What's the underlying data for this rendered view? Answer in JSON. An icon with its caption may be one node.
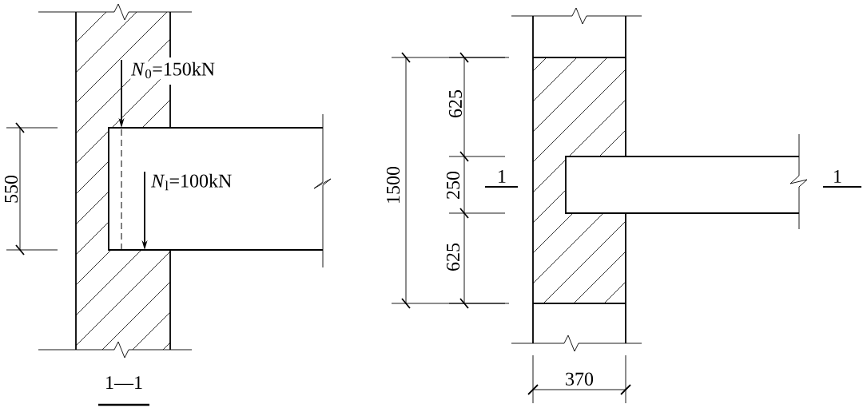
{
  "diagram": {
    "labels": [
      "*N*$_{0}$=150kN",
      "550",
      "*N*$_{l}$=100kN",
      "1—1",
      "1500",
      "625",
      "250",
      "625",
      "1",
      "1",
      "370"
    ]
  }
}
